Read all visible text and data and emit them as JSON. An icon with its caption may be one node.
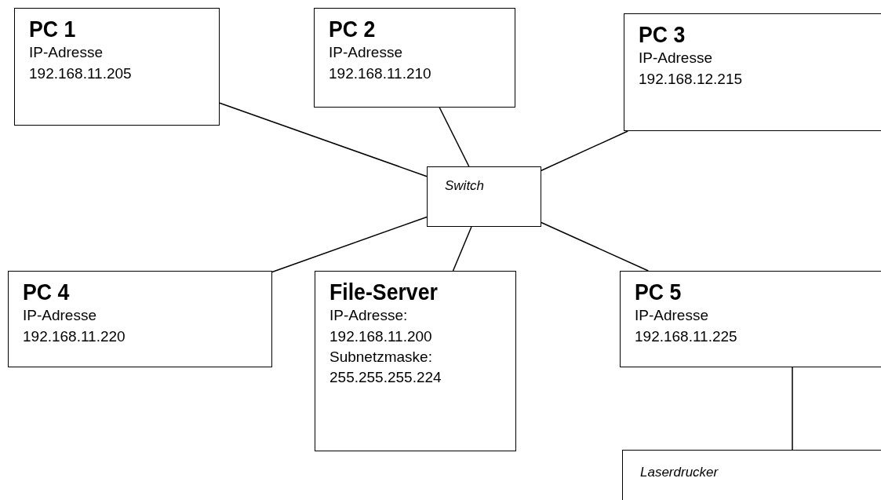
{
  "diagram": {
    "nodes": [
      {
        "text": [
          "PC 1",
          "IP-Adresse 192.168.11.205"
        ]
      },
      {
        "text": [
          "PC 2",
          "IP-Adresse 192.168.11.210"
        ]
      },
      {
        "text": [
          "PC 3",
          "IP-Adresse 192.168.12.215"
        ]
      },
      {
        "text": [
          "Switch"
        ]
      },
      {
        "text": [
          "PC 4",
          "IP-Adresse 192.168.11.220"
        ]
      },
      {
        "text": [
          "File-Server",
          "IP-Adresse: 192.168.11.200",
          "Subnetzmaske: 255.255.255.224"
        ]
      },
      {
        "text": [
          "PC 5",
          "IP-Adresse 192.168.11.225"
        ]
      },
      {
        "text": [
          "Laserdrucker"
        ]
      }
    ],
    "edges": [
      {
        "from": 0,
        "to": 3,
        "arrow": "none"
      },
      {
        "from": 1,
        "to": 3,
        "arrow": "none"
      },
      {
        "from": 2,
        "to": 3,
        "arrow": "none"
      },
      {
        "from": 3,
        "to": 4,
        "arrow": "none"
      },
      {
        "from": 3,
        "to": 5,
        "arrow": "none"
      },
      {
        "from": 3,
        "to": 6,
        "arrow": "none"
      },
      {
        "from": 6,
        "to": 7,
        "arrow": "none"
      }
    ]
  }
}
